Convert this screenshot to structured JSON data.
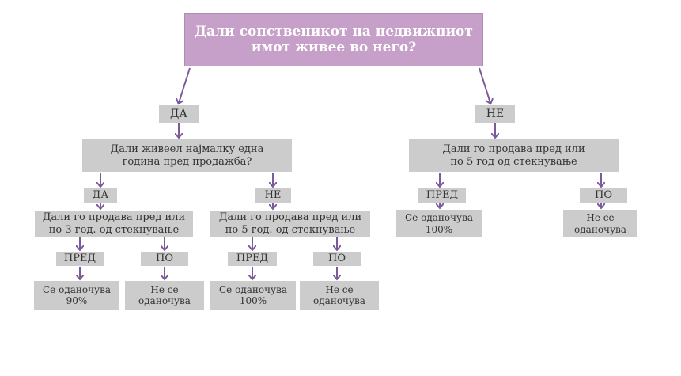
{
  "diagram": {
    "root_question": "Дали сопственикот на недвижниот\nимот живее во него?",
    "yes_label": "ДА",
    "no_label": "НЕ",
    "yes_branch": {
      "question": "Дали живеел најмалку една\nгодина пред продажба?",
      "yes_label": "ДА",
      "no_label": "НЕ",
      "yes_branch": {
        "question": "Дали го продава пред или\nпо 3 год. од стекнување",
        "before_label": "ПРЕД",
        "after_label": "ПО",
        "before_result": "Се оданочува\n90%",
        "after_result": "Не се\nоданочува"
      },
      "no_branch": {
        "question": "Дали го продава пред или\nпо 5 год. од стекнување",
        "before_label": "ПРЕД",
        "after_label": "ПО",
        "before_result": "Се оданочува\n100%",
        "after_result": "Не се\nоданочува"
      }
    },
    "no_branch": {
      "question": "Дали го продава пред или\nпо 5 год од стекнување",
      "before_label": "ПРЕД",
      "after_label": "ПО",
      "before_result": "Се оданочува\n100%",
      "after_result": "Не се\nоданочува"
    },
    "colors": {
      "root_fill": "#c7a0c9",
      "box_fill": "#cccccc",
      "arrow": "#7b5a9b"
    }
  }
}
